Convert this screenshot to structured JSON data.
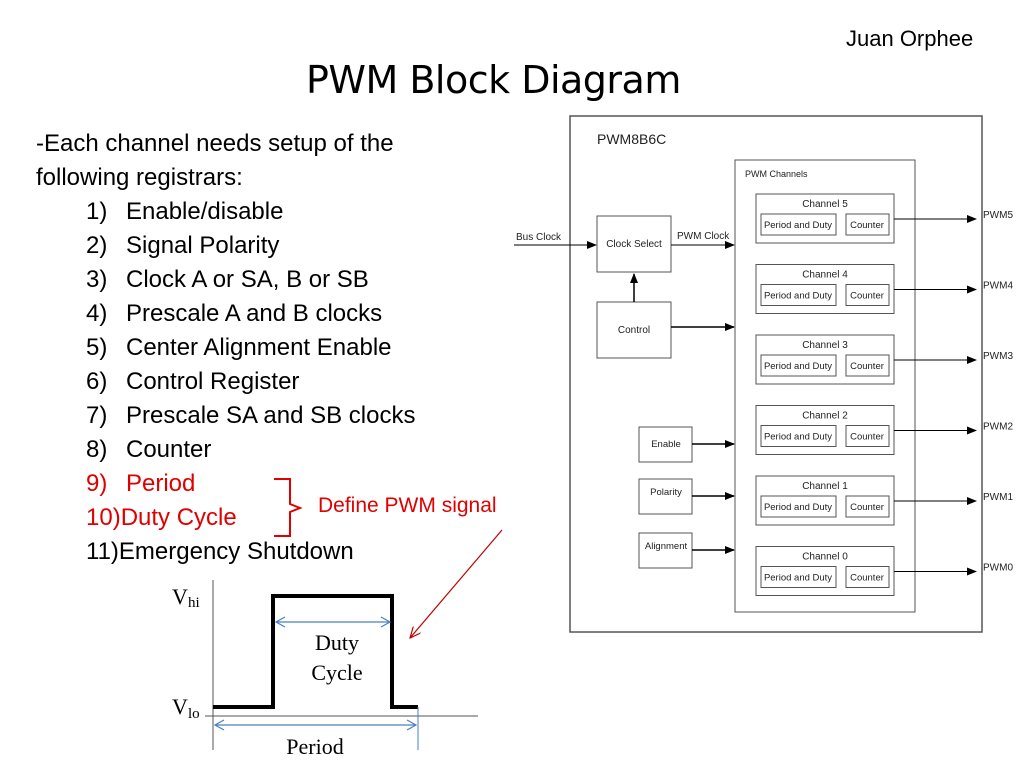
{
  "slide": {
    "author": "Juan Orphee",
    "title": "PWM Block Diagram",
    "intro": [
      "-Each channel needs setup of the",
      "following registrars:"
    ],
    "registers": [
      {
        "num": "1)",
        "label": "Enable/disable",
        "highlight": false
      },
      {
        "num": "2)",
        "label": "Signal Polarity",
        "highlight": false
      },
      {
        "num": "3)",
        "label": "Clock A or SA, B or SB",
        "highlight": false
      },
      {
        "num": "4)",
        "label": "Prescale A and B clocks",
        "highlight": false
      },
      {
        "num": "5)",
        "label": "Center Alignment Enable",
        "highlight": false
      },
      {
        "num": "6)",
        "label": "Control Register",
        "highlight": false
      },
      {
        "num": "7)",
        "label": "Prescale SA and SB clocks",
        "highlight": false
      },
      {
        "num": "8)",
        "label": "Counter",
        "highlight": false
      },
      {
        "num": "9)",
        "label": "Period",
        "highlight": true
      },
      {
        "num": "10)",
        "label": "Duty Cycle",
        "highlight": true
      },
      {
        "num": "11)",
        "label": "Emergency Shutdown",
        "highlight": false
      }
    ],
    "annotation": "Define PWM signal",
    "colors": {
      "highlight": "#e00000",
      "dimension": "#4a7fc0",
      "box": "#555555"
    }
  },
  "block_diagram": {
    "module_name": "PWM8B6C",
    "input_label": "Bus Clock",
    "clock_select": "Clock Select",
    "pwm_clock_label": "PWM Clock",
    "control": "Control",
    "channels_group": "PWM Channels",
    "side_inputs": [
      "Enable",
      "Polarity",
      "Alignment"
    ],
    "channels": [
      {
        "name": "Channel 5",
        "sub": [
          "Period and Duty",
          "Counter"
        ],
        "output": "PWM5"
      },
      {
        "name": "Channel 4",
        "sub": [
          "Period and Duty",
          "Counter"
        ],
        "output": "PWM4"
      },
      {
        "name": "Channel 3",
        "sub": [
          "Period and Duty",
          "Counter"
        ],
        "output": "PWM3"
      },
      {
        "name": "Channel 2",
        "sub": [
          "Period and Duty",
          "Counter"
        ],
        "output": "PWM2"
      },
      {
        "name": "Channel 1",
        "sub": [
          "Period and Duty",
          "Counter"
        ],
        "output": "PWM1"
      },
      {
        "name": "Channel 0",
        "sub": [
          "Period and Duty",
          "Counter"
        ],
        "output": "PWM0"
      }
    ]
  },
  "waveform": {
    "v_high": "V",
    "v_high_sub": "hi",
    "v_low": "V",
    "v_low_sub": "lo",
    "duty_label": [
      "Duty",
      "Cycle"
    ],
    "period_label": "Period"
  }
}
